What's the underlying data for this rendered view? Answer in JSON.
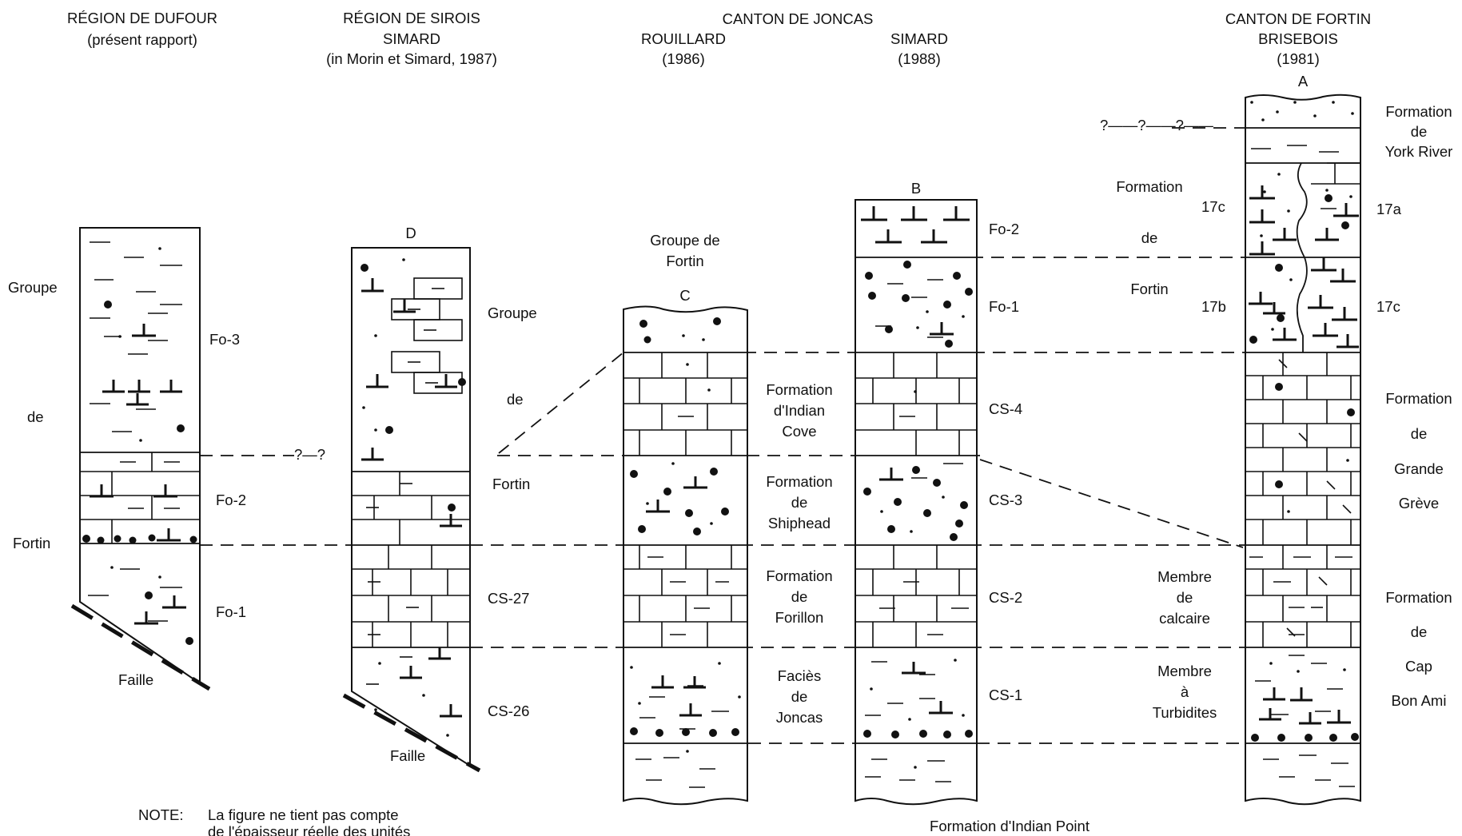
{
  "headers": {
    "dufour": [
      "RÉGION DE DUFOUR",
      "(présent rapport)"
    ],
    "sirois": [
      "RÉGION DE SIROIS",
      "SIMARD",
      "(in Morin et Simard, 1987)"
    ],
    "joncas": "CANTON DE JONCAS",
    "rouillard": [
      "ROUILLARD",
      "(1986)"
    ],
    "simard88": [
      "SIMARD",
      "(1988)"
    ],
    "fortin": [
      "CANTON DE FORTIN",
      "BRISEBOIS",
      "(1981)"
    ]
  },
  "column_letters": {
    "a": "A",
    "b": "B",
    "c": "C",
    "d": "D"
  },
  "col1": {
    "group": [
      "Groupe",
      "de",
      "Fortin"
    ],
    "units": [
      "Fo-3",
      "Fo-2",
      "Fo-1"
    ],
    "fault": "Faille",
    "query": "?—?"
  },
  "col2": {
    "group": [
      "Groupe",
      "de",
      "Fortin"
    ],
    "units": [
      "CS-27",
      "CS-26"
    ],
    "fault": "Faille"
  },
  "col3": {
    "group": [
      "Groupe de",
      "Fortin"
    ],
    "formations": [
      [
        "Formation",
        "d'Indian",
        "Cove"
      ],
      [
        "Formation",
        "de",
        "Shiphead"
      ],
      [
        "Formation",
        "de",
        "Forillon"
      ],
      [
        "Faciès",
        "de",
        "Joncas"
      ]
    ]
  },
  "col4": {
    "units": [
      "Fo-2",
      "Fo-1",
      "CS-4",
      "CS-3",
      "CS-2",
      "CS-1"
    ]
  },
  "col5": {
    "query": "?——?——?——",
    "left_group": [
      "Formation",
      "de",
      "Fortin"
    ],
    "sub_left": [
      "17c",
      "17b"
    ],
    "sub_right": [
      "17a",
      "17c"
    ],
    "formations": [
      [
        "Formation",
        "de",
        "York River"
      ],
      [
        "Formation",
        "de",
        "Grande",
        "Grève"
      ],
      [
        "Formation",
        "de",
        "Cap",
        "Bon Ami"
      ]
    ],
    "members": [
      [
        "Membre",
        "de",
        "calcaire"
      ],
      [
        "Membre",
        "à",
        "Turbidites"
      ]
    ]
  },
  "bottom_label": "Formation d'Indian Point",
  "note": [
    "NOTE:",
    "La figure ne tient pas compte",
    "de l'épaisseur réelle des unités"
  ]
}
